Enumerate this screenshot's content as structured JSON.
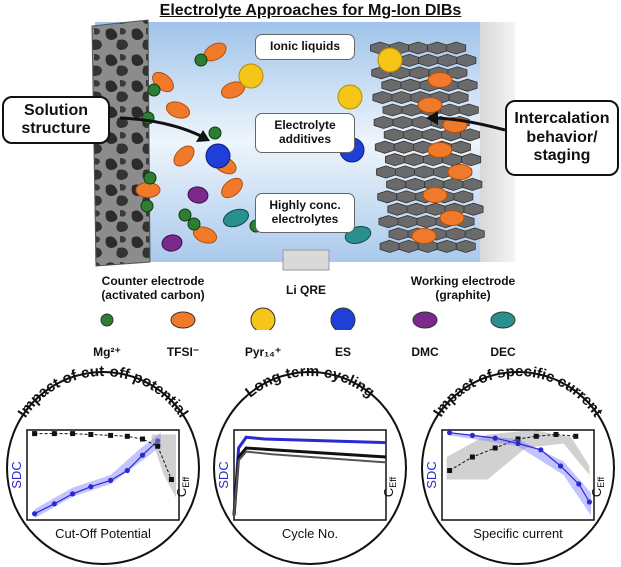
{
  "title": "Electrolyte Approaches for Mg-Ion DIBs",
  "callouts": {
    "left": "Solution structure",
    "right": "Intercalation behavior/ staging"
  },
  "tags": {
    "ionic_liquids": "Ionic liquids",
    "electrolyte_additives": "Electrolyte additives",
    "highly_conc": "Highly conc. electrolytes"
  },
  "electrodes": {
    "counter": "Counter electrode (activated carbon)",
    "reference": "Li QRE",
    "working": "Working electrode (graphite)"
  },
  "legend": [
    {
      "label": "Mg²⁺",
      "color": "#2e7d32",
      "icon": "small-green-circle"
    },
    {
      "label": "TFSI⁻",
      "color": "#f07a2a",
      "icon": "orange-ellipse"
    },
    {
      "label": "Pyr₁₄⁺",
      "color": "#f5c518",
      "icon": "yellow-circle"
    },
    {
      "label": "ES",
      "color": "#1f3fd6",
      "icon": "blue-circle"
    },
    {
      "label": "DMC",
      "color": "#7b2a8c",
      "icon": "purple-ellipse"
    },
    {
      "label": "DEC",
      "color": "#2a8f8f",
      "icon": "teal-ellipse"
    }
  ],
  "panels": [
    {
      "heading": "Impact of cut-off potential",
      "ylabel": "SDC",
      "y2label": "C",
      "y2sub": "Eff",
      "xlabel": "Cut-Off Potential"
    },
    {
      "heading": "Long-term cycling",
      "ylabel": "SDC",
      "y2label": "C",
      "y2sub": "Eff",
      "xlabel": "Cycle No."
    },
    {
      "heading": "Impact of specific current",
      "ylabel": "SDC",
      "y2label": "C",
      "y2sub": "Eff",
      "xlabel": "Specific current"
    }
  ],
  "colors": {
    "sdc": "#2a2ad0",
    "ceff": "#111111",
    "electrolyte": "#c6dcf2",
    "graphite": "#6a6a6a"
  }
}
